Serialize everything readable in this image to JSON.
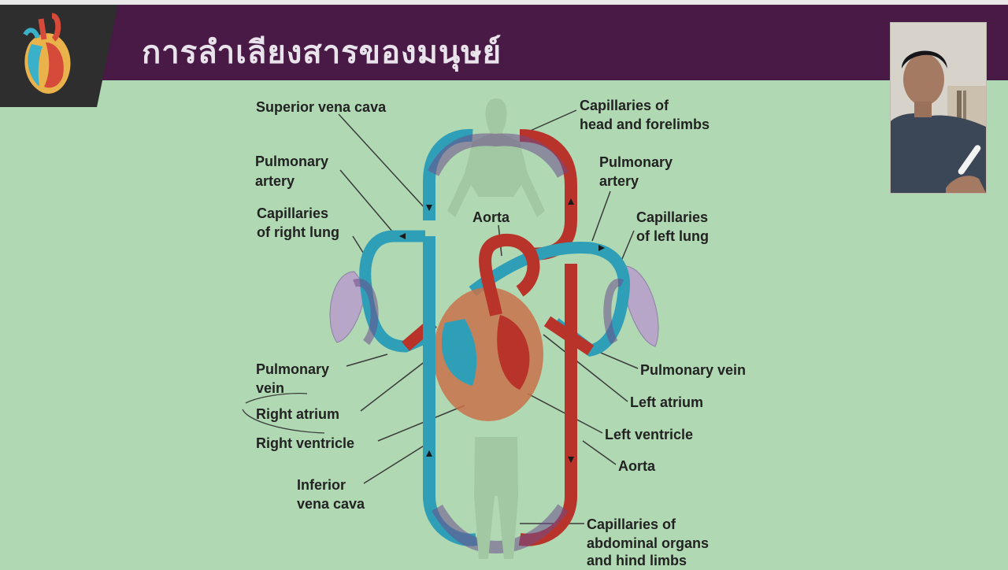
{
  "slide": {
    "title": "การลำเลียงสารของมนุษย์"
  },
  "diagram": {
    "labels": {
      "superior_vena_cava": "Superior vena cava",
      "capillaries_head_1": "Capillaries of",
      "capillaries_head_2": "head and forelimbs",
      "pulmonary_artery_left_1": "Pulmonary",
      "pulmonary_artery_left_2": "artery",
      "pulmonary_artery_right_1": "Pulmonary",
      "pulmonary_artery_right_2": "artery",
      "capillaries_right_lung_1": "Capillaries",
      "capillaries_right_lung_2": "of right lung",
      "aorta_top": "Aorta",
      "capillaries_left_lung_1": "Capillaries",
      "capillaries_left_lung_2": "of left lung",
      "pulmonary_vein_left_1": "Pulmonary",
      "pulmonary_vein_left_2": "vein",
      "pulmonary_vein_right": "Pulmonary vein",
      "right_atrium": "Right atrium",
      "left_atrium": "Left atrium",
      "right_ventricle": "Right ventricle",
      "left_ventricle": "Left ventricle",
      "inferior_vena_cava_1": "Inferior",
      "inferior_vena_cava_2": "vena cava",
      "aorta_bottom": "Aorta",
      "capillaries_abdominal_1": "Capillaries of",
      "capillaries_abdominal_2": "abdominal organs",
      "capillaries_abdominal_3": "and hind limbs"
    }
  },
  "colors": {
    "background": "#b0d9b3",
    "header": "#4a1a47",
    "oxygen_poor": "#2f9fb8",
    "oxygen_rich": "#b8332a"
  }
}
